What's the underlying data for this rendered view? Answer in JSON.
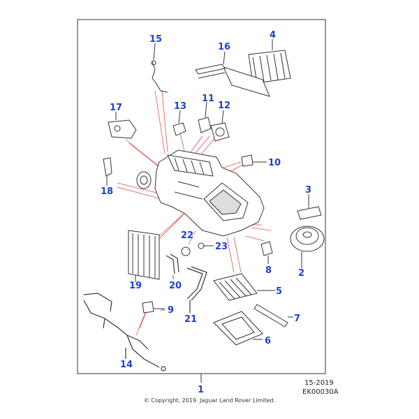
{
  "callouts": {
    "c1": "1",
    "c2": "2",
    "c3": "3",
    "c4": "4",
    "c5": "5",
    "c6": "6",
    "c7": "7",
    "c8": "8",
    "c9": "9",
    "c10": "10",
    "c11": "11",
    "c12": "12",
    "c13": "13",
    "c14": "14",
    "c15": "15",
    "c16": "16",
    "c17": "17",
    "c18": "18",
    "c19": "19",
    "c20": "20",
    "c21": "21",
    "c22": "22",
    "c23": "23"
  },
  "footer": {
    "date_code": "15-2019",
    "illustration_code": "EK00030A",
    "copyright": "© Copyright, 2019. Jaguar Land Rover Limited."
  },
  "colors": {
    "callout_text": "#1f3fd6",
    "leader_red": "#e05050",
    "line_art": "#333333"
  }
}
